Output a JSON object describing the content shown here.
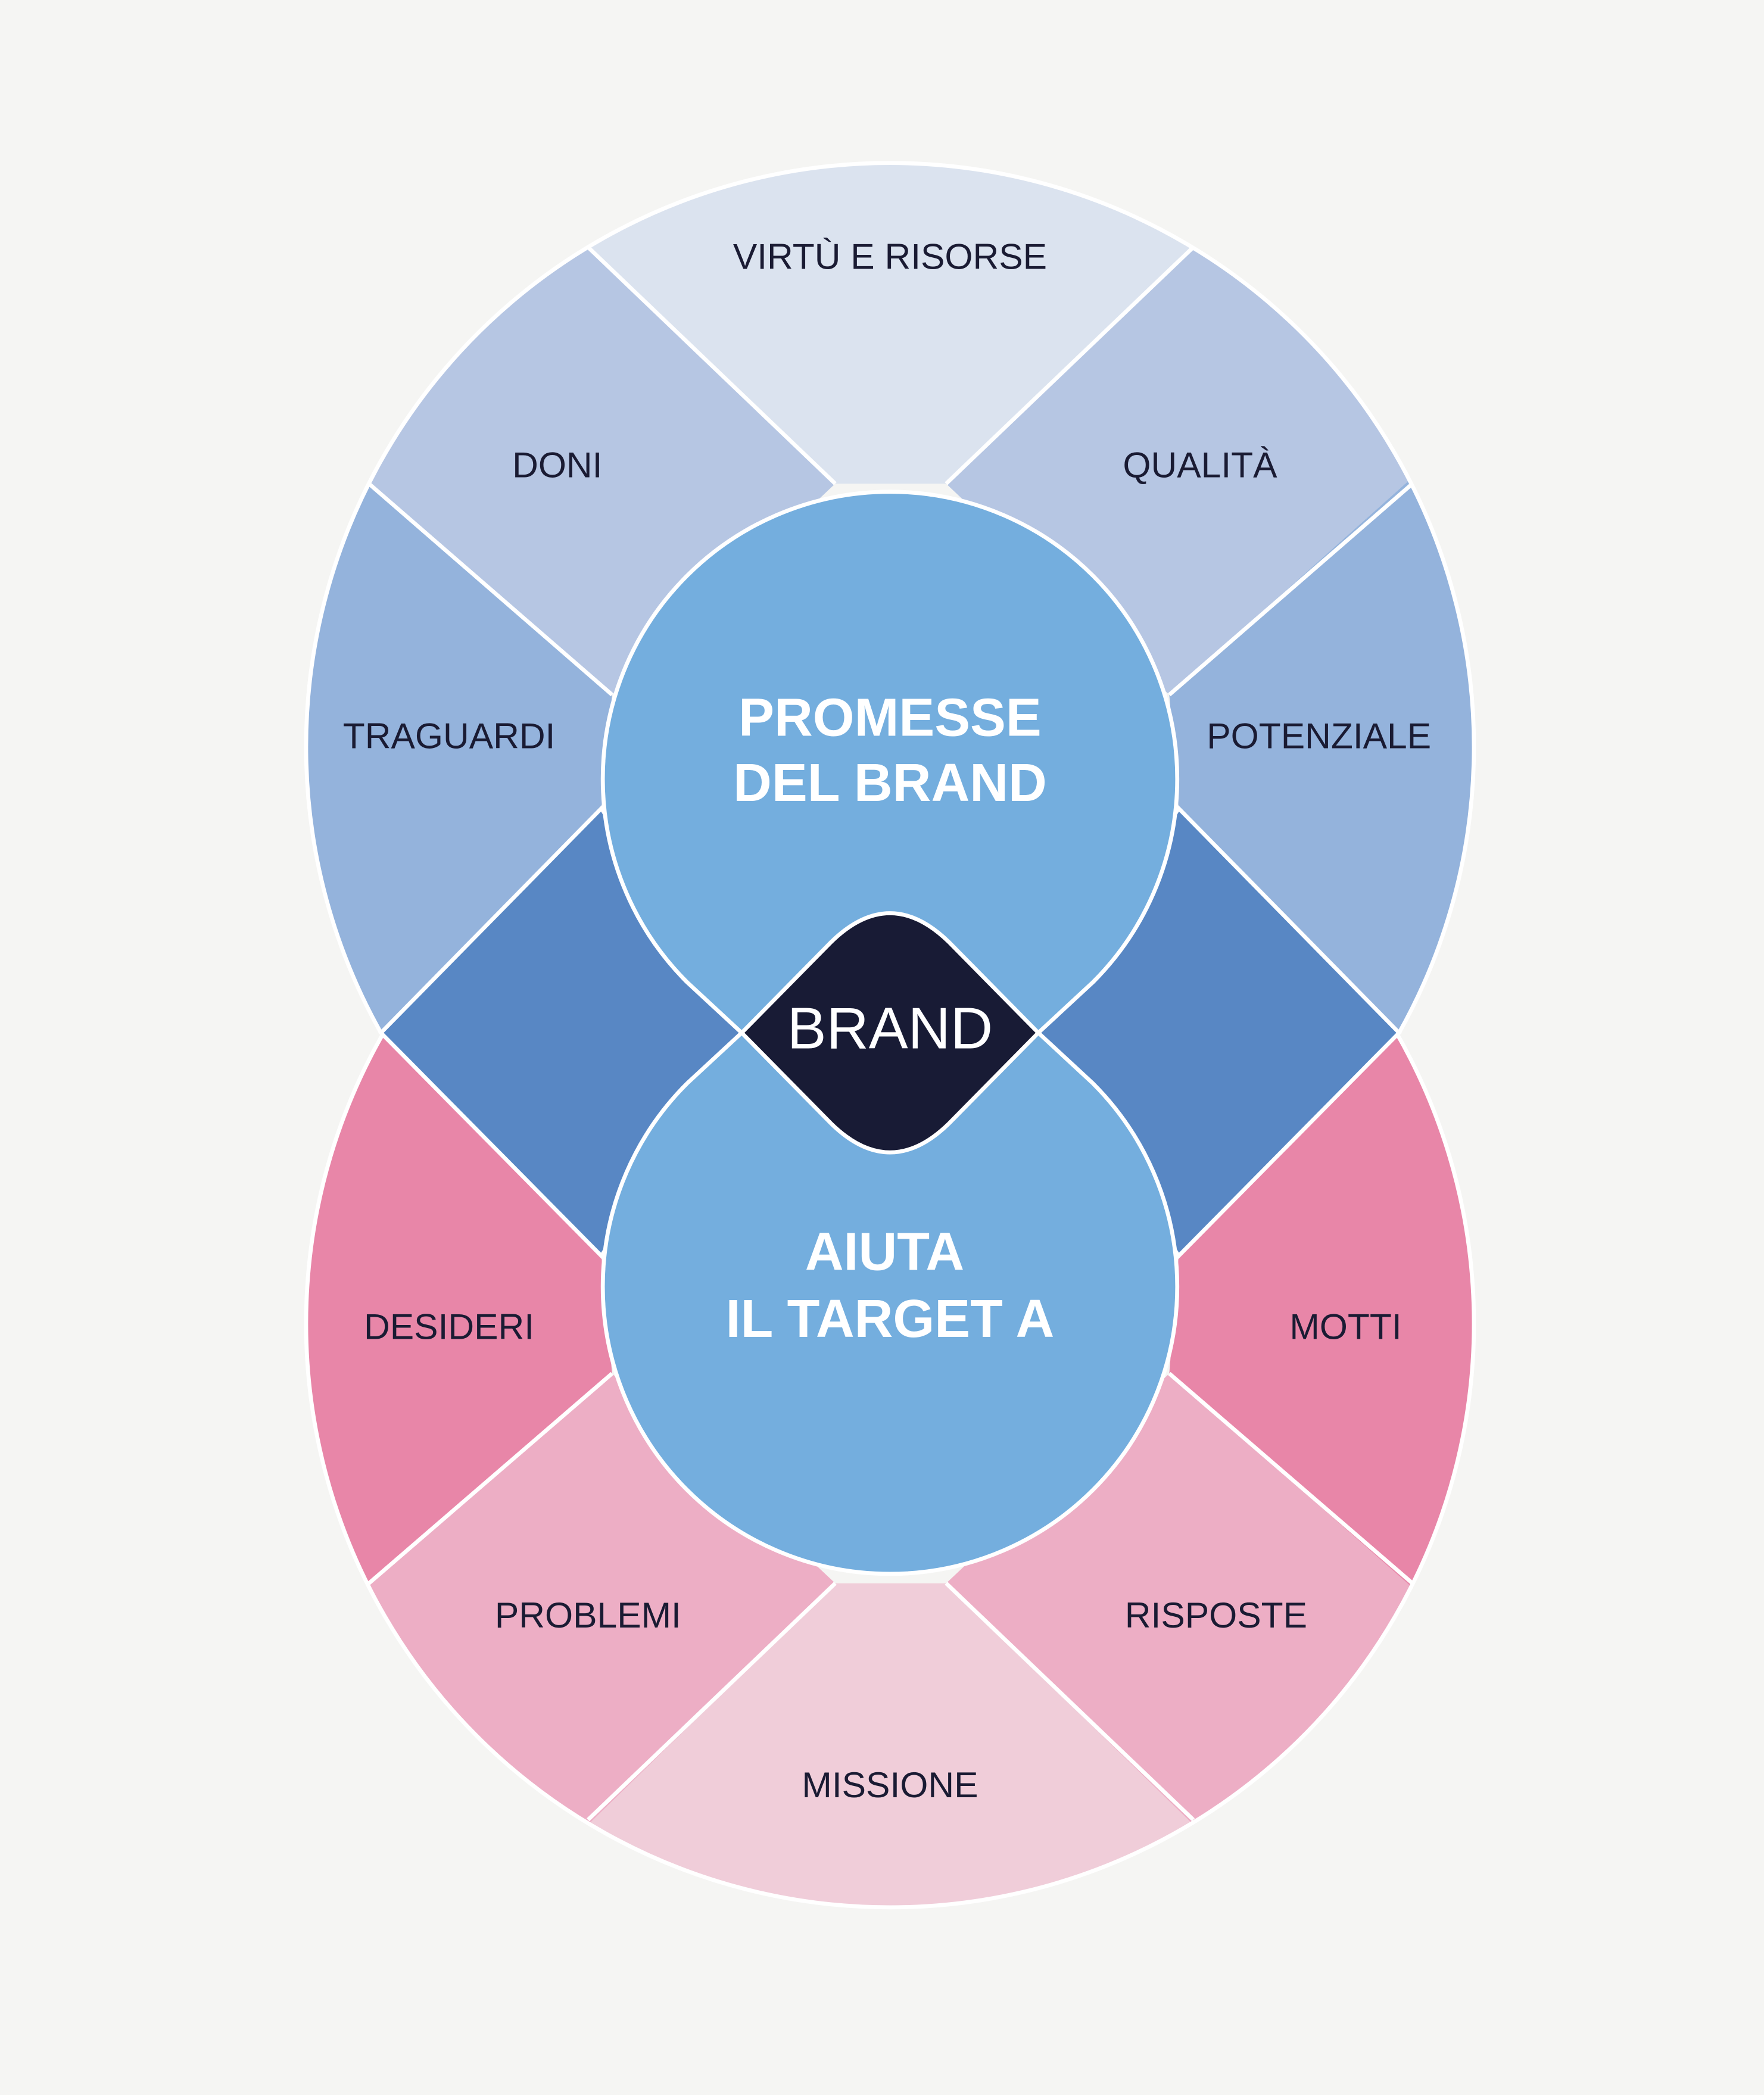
{
  "colors": {
    "background": "#f5f5f3",
    "top_light": "#dbe3ef",
    "top_mid": "#b6c6e3",
    "top_strong": "#94b3dc",
    "side_dark_blue": "#5887c4",
    "circle_blue": "#74aede",
    "bottom_light": "#f0cdd9",
    "bottom_mid": "#edaec5",
    "bottom_strong": "#e886a8",
    "brand_dark": "#181b35"
  },
  "top_segments": {
    "virtu": "VIRTÙ E RISORSE",
    "doni": "DONI",
    "qualita": "QUALITÀ",
    "traguardi": "TRAGUARDI",
    "potenziale": "POTENZIALE"
  },
  "bottom_segments": {
    "desideri": "DESIDERI",
    "motti": "MOTTI",
    "problemi": "PROBLEMI",
    "risposte": "RISPOSTE",
    "missione": "MISSIONE"
  },
  "top_circle": {
    "line1": "PROMESSE",
    "line2": "DEL BRAND"
  },
  "bottom_circle": {
    "line1": "AIUTA",
    "line2": "IL TARGET A"
  },
  "center": {
    "label": "BRAND"
  }
}
